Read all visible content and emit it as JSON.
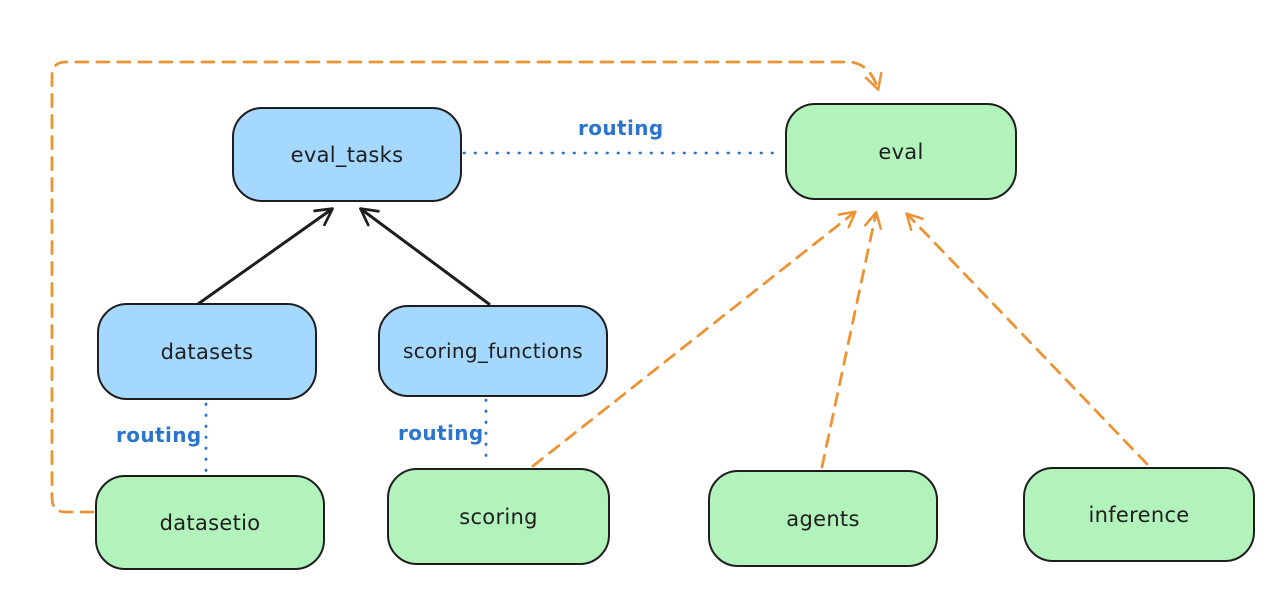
{
  "diagram": {
    "nodes": {
      "eval_tasks": {
        "label": "eval_tasks",
        "color": "blue"
      },
      "eval": {
        "label": "eval",
        "color": "green"
      },
      "datasets": {
        "label": "datasets",
        "color": "blue"
      },
      "scoring_functions": {
        "label": "scoring_functions",
        "color": "blue"
      },
      "datasetio": {
        "label": "datasetio",
        "color": "green"
      },
      "scoring": {
        "label": "scoring",
        "color": "green"
      },
      "agents": {
        "label": "agents",
        "color": "green"
      },
      "inference": {
        "label": "inference",
        "color": "green"
      }
    },
    "edge_labels": {
      "eval_tasks_eval": "routing",
      "datasets_datasetio": "routing",
      "scoring_functions_scoring": "routing"
    },
    "edges": [
      {
        "from": "datasets",
        "to": "eval_tasks",
        "style": "solid",
        "color": "black",
        "arrow": true
      },
      {
        "from": "scoring_functions",
        "to": "eval_tasks",
        "style": "solid",
        "color": "black",
        "arrow": true
      },
      {
        "from": "eval_tasks",
        "to": "eval",
        "style": "dotted",
        "color": "blue",
        "arrow": false,
        "label": "routing"
      },
      {
        "from": "datasets",
        "to": "datasetio",
        "style": "dotted",
        "color": "blue",
        "arrow": false,
        "label": "routing"
      },
      {
        "from": "scoring_functions",
        "to": "scoring",
        "style": "dotted",
        "color": "blue",
        "arrow": false,
        "label": "routing"
      },
      {
        "from": "datasetio",
        "to": "eval",
        "style": "dashed",
        "color": "orange",
        "arrow": true
      },
      {
        "from": "scoring",
        "to": "eval",
        "style": "dashed",
        "color": "orange",
        "arrow": true
      },
      {
        "from": "agents",
        "to": "eval",
        "style": "dashed",
        "color": "orange",
        "arrow": true
      },
      {
        "from": "inference",
        "to": "eval",
        "style": "dashed",
        "color": "orange",
        "arrow": true
      }
    ],
    "colors": {
      "blue_node_fill": "#a5d8ff",
      "green_node_fill": "#b2f2bb",
      "node_stroke": "#1e1e1e",
      "orange_edge": "#ec9434",
      "blue_edge": "#2b76cc"
    }
  }
}
